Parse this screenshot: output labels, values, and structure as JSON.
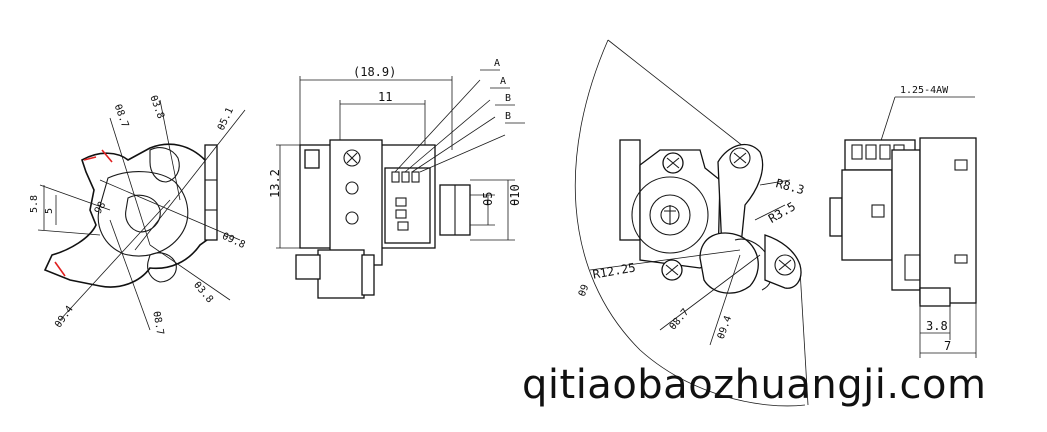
{
  "views": {
    "left": {
      "dims": [
        "5.8",
        "5",
        "98",
        "θ8.7",
        "θ3.8",
        "θ5.1",
        "θ9.8",
        "θ9.4",
        "θ8.7",
        "θ3.8"
      ]
    },
    "side": {
      "dims": [
        "(18.9)",
        "11",
        "13.2",
        "θ5",
        "θ10"
      ],
      "pins": [
        "A",
        "A",
        "B",
        "B"
      ]
    },
    "front": {
      "dims": [
        "R8.3",
        "R3.5",
        "R12.25",
        "θ9",
        "θ8.7",
        "θ9.4"
      ]
    },
    "right": {
      "dims": [
        "1.25-4AW",
        "3.8",
        "7"
      ]
    }
  },
  "watermark": "qitiaobaozhuangji.com"
}
